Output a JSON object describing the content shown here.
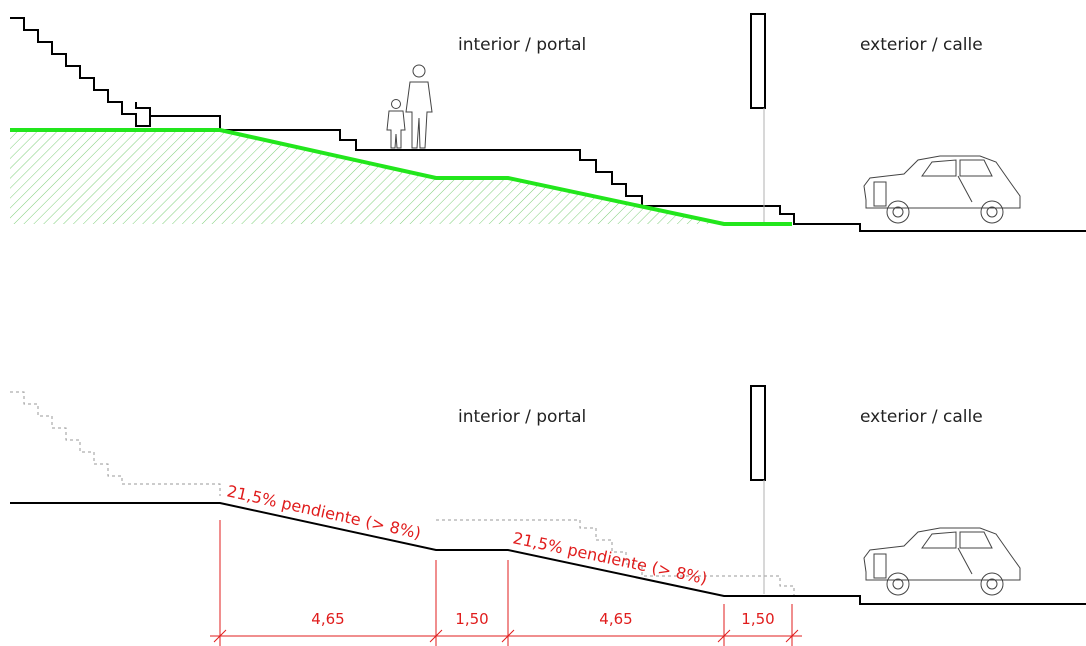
{
  "colors": {
    "line": "#000000",
    "ramp_green": "#22e61c",
    "hatch_green": "#7fcf7a",
    "annotation_red": "#e01c1c",
    "dashed_gray": "#9a9a9a"
  },
  "top_section": {
    "interior_label": "interior / portal",
    "exterior_label": "exterior / calle"
  },
  "bottom_section": {
    "interior_label": "interior / portal",
    "exterior_label": "exterior / calle",
    "slope_labels": [
      "21,5% pendiente (> 8%)",
      "21,5% pendiente (> 8%)"
    ],
    "dimensions": [
      "4,65",
      "1,50",
      "4,65",
      "1,50"
    ]
  },
  "icons": {
    "people": "person-and-child-icon",
    "car": "vintage-car-icon"
  }
}
